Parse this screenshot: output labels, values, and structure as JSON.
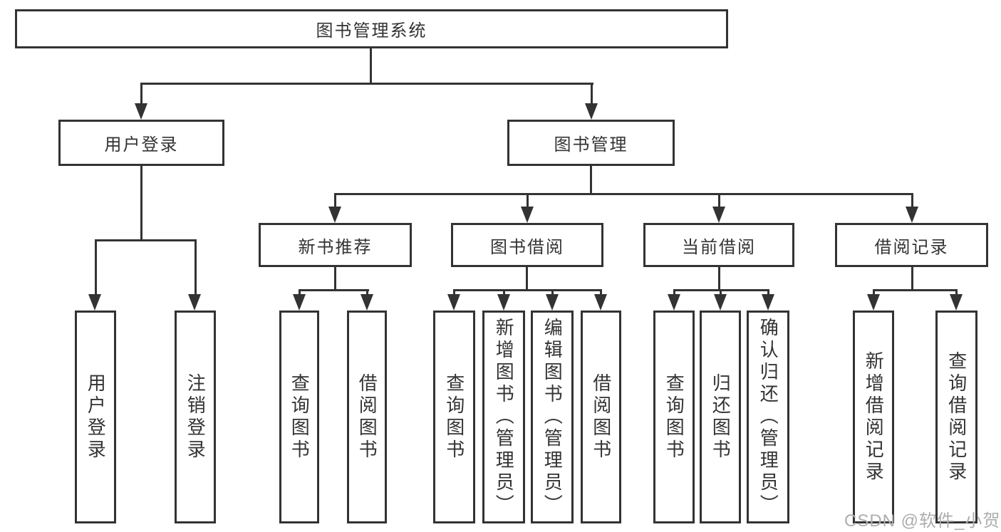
{
  "title": "图书管理系统",
  "colors": {
    "background": "#ffffff",
    "line": "#333333",
    "box_border": "#333333",
    "text": "#333333",
    "watermark": "#adadad"
  },
  "nodes": {
    "root": "图书管理系统",
    "user_login": "用户登录",
    "book_mgmt": "图书管理",
    "new_book_rec": "新书推荐",
    "book_borrow": "图书借阅",
    "current_borrow": "当前借阅",
    "borrow_record": "借阅记录",
    "leaf_user_login": "用户登录",
    "leaf_logout": "注销登录",
    "leaf_nbr_query_book": "查询图书",
    "leaf_nbr_borrow_book": "借阅图书",
    "leaf_bb_query_book": "查询图书",
    "leaf_bb_add_book": "新增图书（管理员）",
    "leaf_bb_edit_book": "编辑图书（管理员）",
    "leaf_bb_borrow_book": "借阅图书",
    "leaf_cb_query_book": "查询图书",
    "leaf_cb_return_book": "归还图书",
    "leaf_cb_confirm_return": "确认归还（管理员）",
    "leaf_br_add_record": "新增借阅记录",
    "leaf_br_query_record": "查询借阅记录"
  },
  "hierarchy": {
    "图书管理系统": {
      "用户登录": [
        "用户登录",
        "注销登录"
      ],
      "图书管理": {
        "新书推荐": [
          "查询图书",
          "借阅图书"
        ],
        "图书借阅": [
          "查询图书",
          "新增图书（管理员）",
          "编辑图书（管理员）",
          "借阅图书"
        ],
        "当前借阅": [
          "查询图书",
          "归还图书",
          "确认归还（管理员）"
        ],
        "借阅记录": [
          "新增借阅记录",
          "查询借阅记录"
        ]
      }
    }
  },
  "watermark": "CSDN @软件_小贺同学"
}
